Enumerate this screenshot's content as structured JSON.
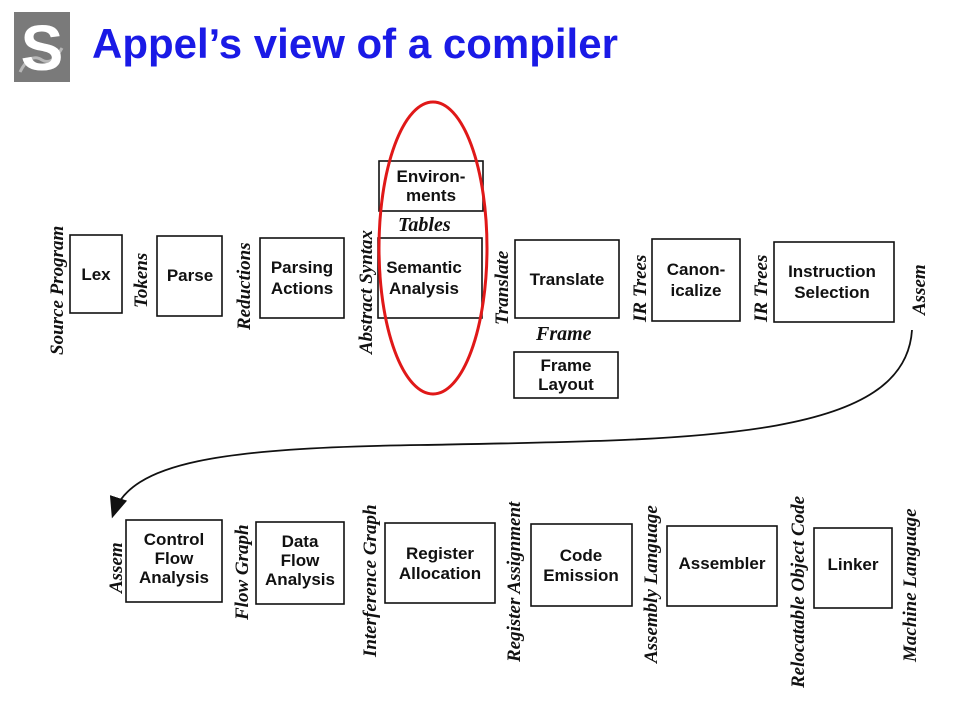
{
  "slide": {
    "title": "Appel’s view of a compiler",
    "logo_letter": "S"
  },
  "top_row": {
    "labels": {
      "source_program": "Source Program",
      "tokens": "Tokens",
      "reductions": "Reductions",
      "abstract_syntax": "Abstract Syntax",
      "translate": "Translate",
      "ir_trees_1": "IR Trees",
      "ir_trees_2": "IR Trees",
      "assem": "Assem",
      "tables": "Tables",
      "frame": "Frame"
    },
    "boxes": {
      "lex": [
        "Lex"
      ],
      "parse": [
        "Parse"
      ],
      "parsing_actions": [
        "Parsing",
        "Actions"
      ],
      "environments": [
        "Environ-",
        "ments"
      ],
      "semantic_analysis": [
        "Semantic",
        "Analysis"
      ],
      "translate": [
        "Translate"
      ],
      "frame_layout": [
        "Frame",
        "Layout"
      ],
      "canonicalize": [
        "Canon-",
        "icalize"
      ],
      "instruction_selection": [
        "Instruction",
        "Selection"
      ]
    }
  },
  "bottom_row": {
    "labels": {
      "assem": "Assem",
      "flow_graph": "Flow Graph",
      "interference_graph": "Interference Graph",
      "register_assignment": "Register Assignment",
      "assembly_language": "Assembly Language",
      "relocatable_object_code": "Relocatable Object Code",
      "machine_language": "Machine Language"
    },
    "boxes": {
      "control_flow_analysis": [
        "Control",
        "Flow",
        "Analysis"
      ],
      "data_flow_analysis": [
        "Data",
        "Flow",
        "Analysis"
      ],
      "register_allocation": [
        "Register",
        "Allocation"
      ],
      "code_emission": [
        "Code",
        "Emission"
      ],
      "assembler": [
        "Assembler"
      ],
      "linker": [
        "Linker"
      ]
    }
  },
  "colors": {
    "title": "#1a1ae6",
    "highlight_ellipse": "#e01818",
    "logo_bg": "#7a7a7a"
  }
}
